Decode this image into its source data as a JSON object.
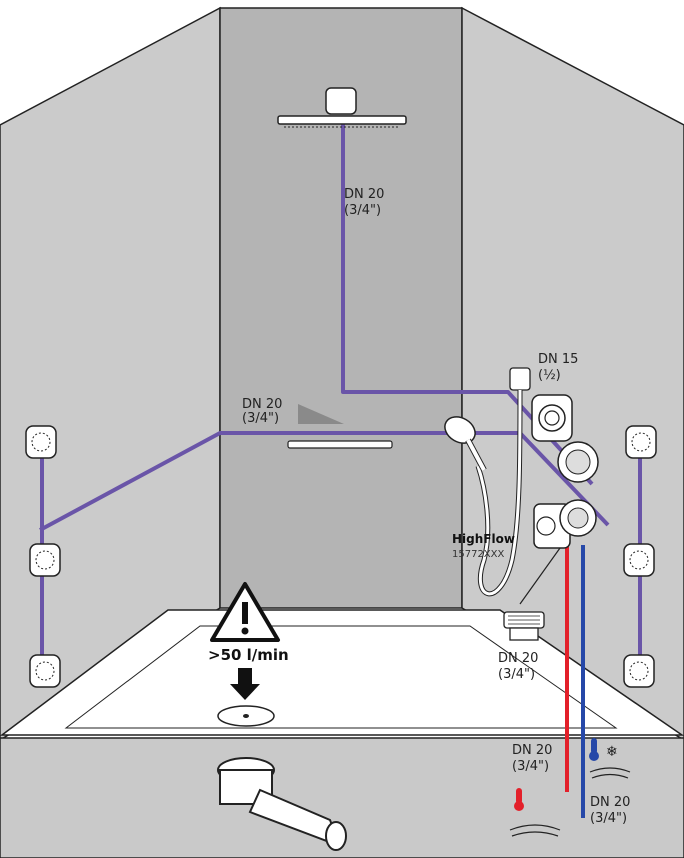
{
  "colors": {
    "wall_back": "#b4b4b4",
    "wall_side": "#cbcbcb",
    "floor": "#c9c9c9",
    "pipe_mix": "#6a55a8",
    "pipe_hot": "#e3202a",
    "pipe_cold": "#2648a8",
    "outline": "#222222",
    "tray": "#ffffff"
  },
  "labels": {
    "overhead_pipe": [
      "DN 20",
      "(3/4\")"
    ],
    "branch_pipe": [
      "DN 20",
      "(3/4\")"
    ],
    "handshower_supply": [
      "DN 15",
      "(½)"
    ],
    "product_name": "HighFlow",
    "product_code": "15772XXX",
    "connector_size": [
      "DN 20",
      "(3/4\")"
    ],
    "hot_supply": [
      "DN 20",
      "(3/4\")"
    ],
    "cold_supply": [
      "DN 20",
      "(3/4\")"
    ],
    "drain_flow": ">50 l/min"
  },
  "icons": {
    "warning": "warning-triangle-icon",
    "arrow": "arrow-down-icon",
    "hot": "hot-water-icon",
    "cold": "cold-water-icon"
  }
}
